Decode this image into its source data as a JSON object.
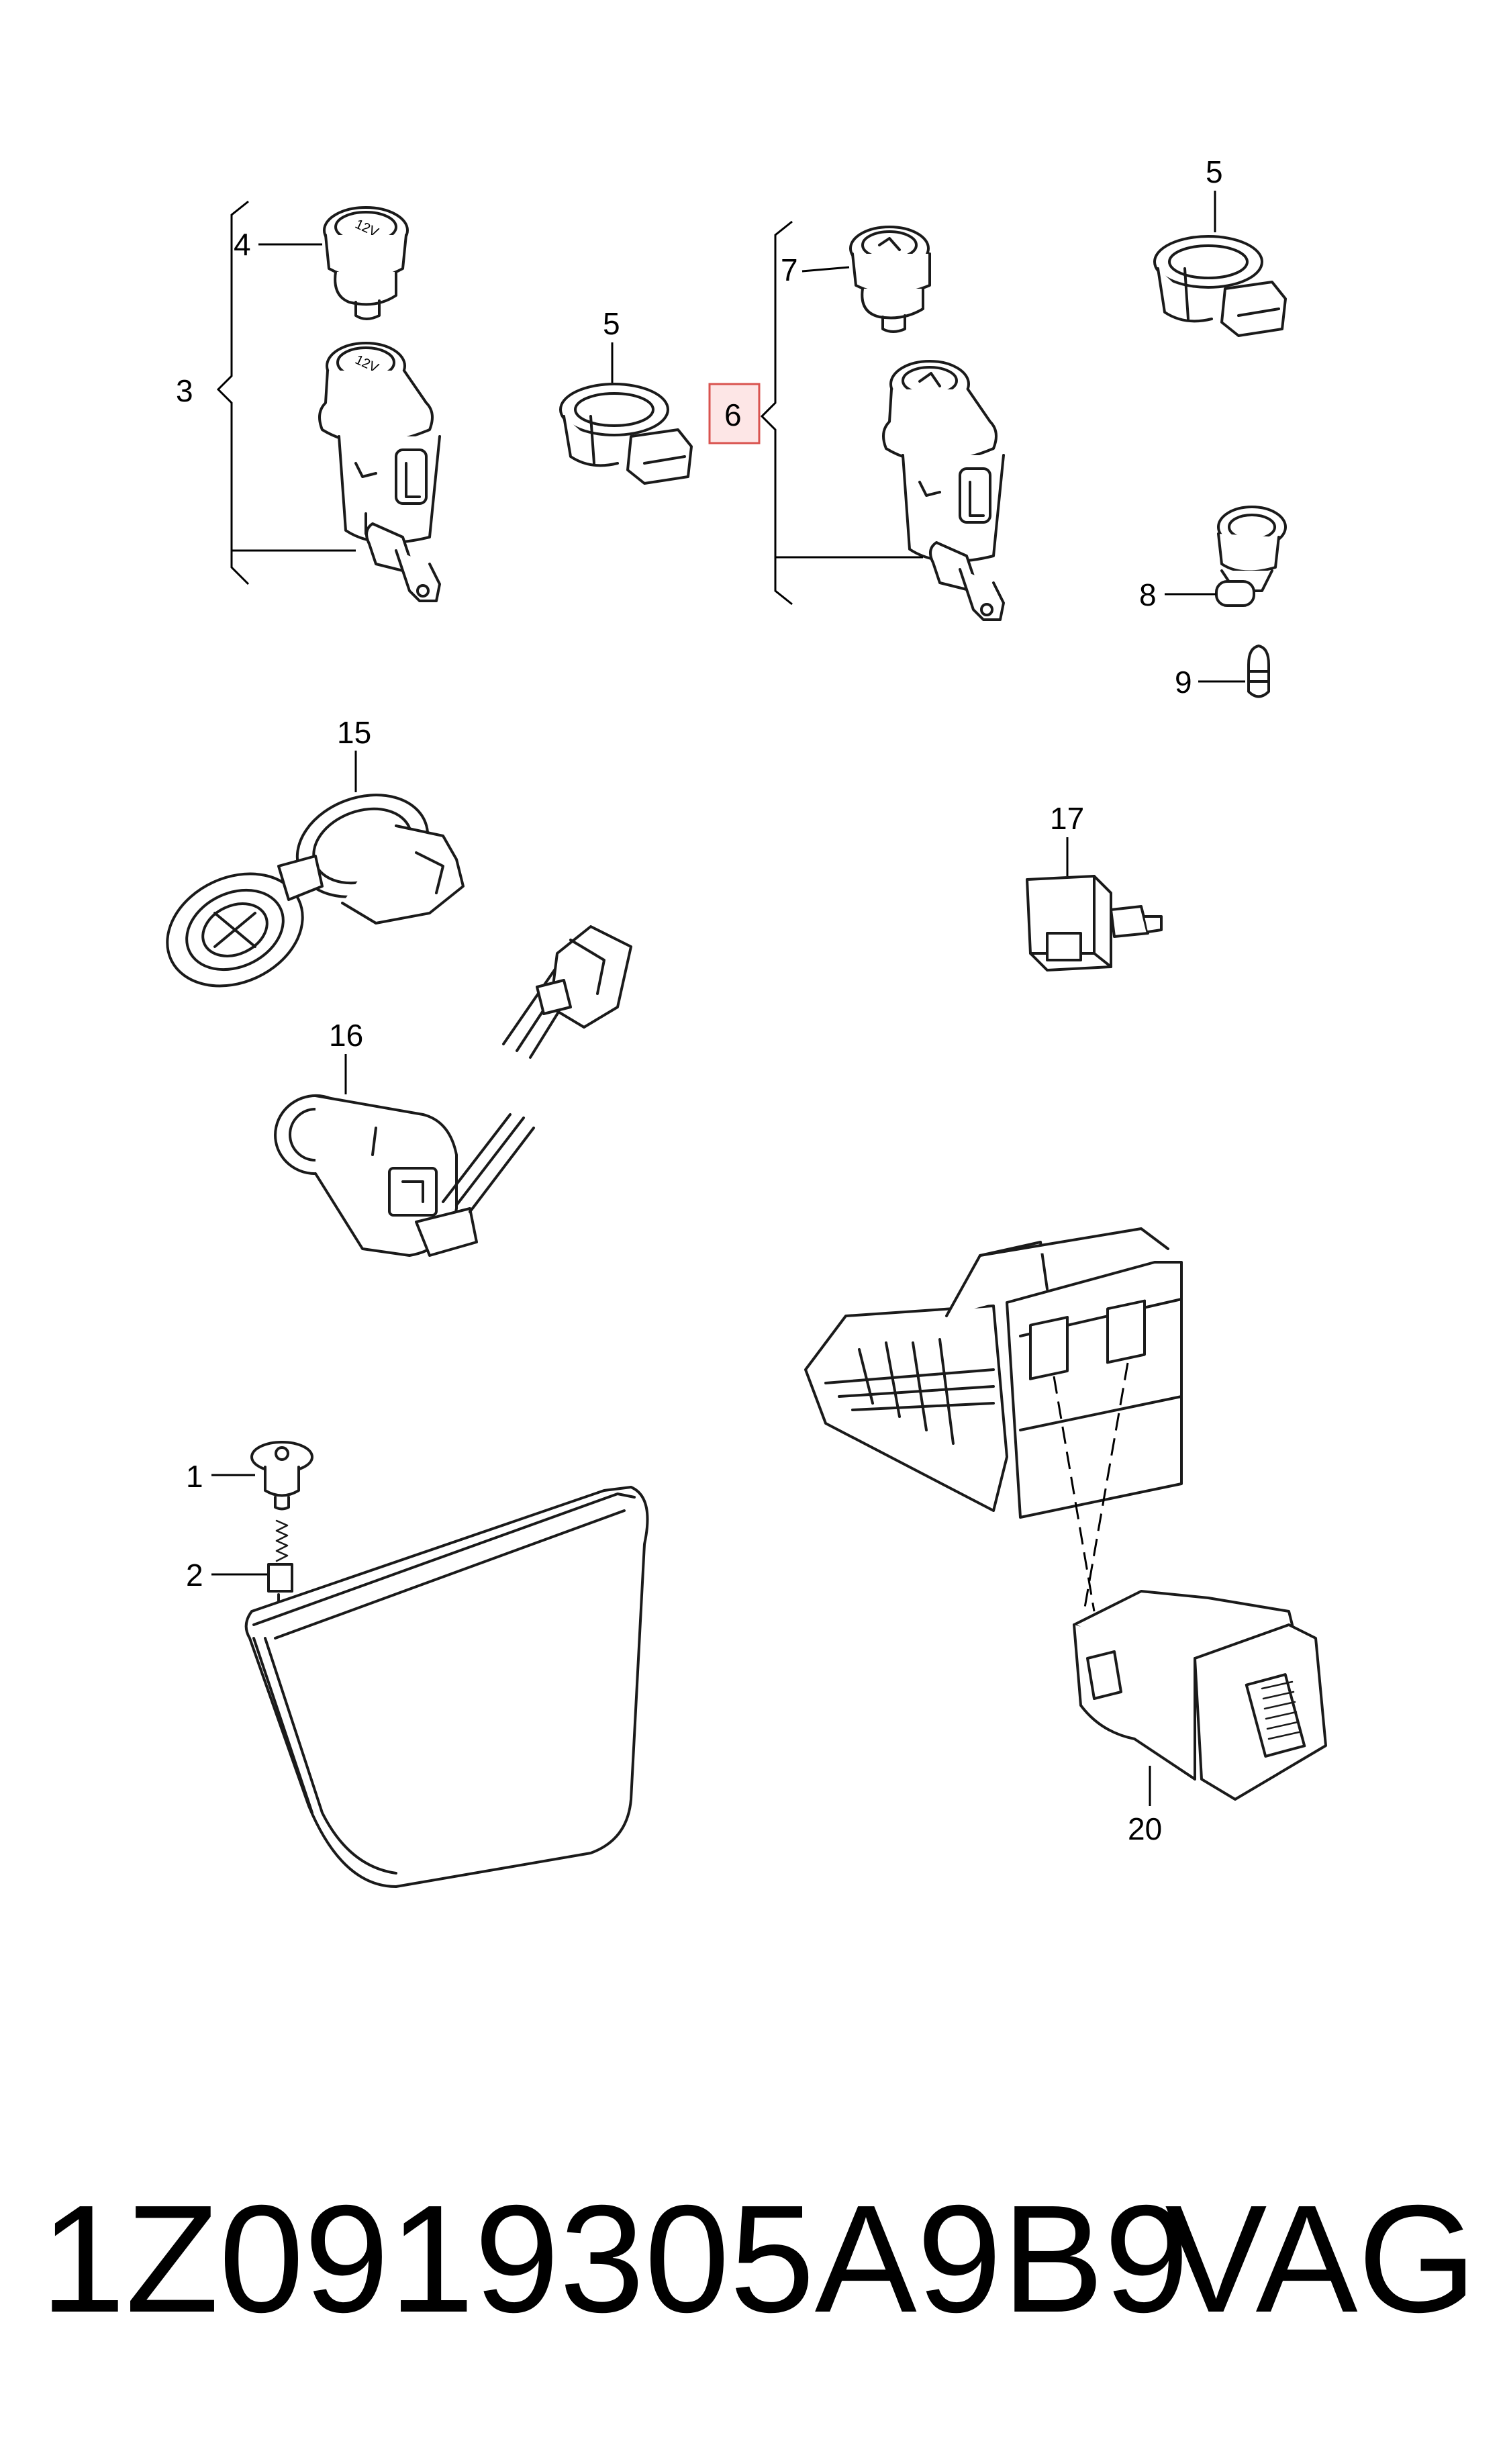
{
  "diagram": {
    "callouts": {
      "c1": "1",
      "c2": "2",
      "c3": "3",
      "c4": "4",
      "c5a": "5",
      "c5b": "5",
      "c6": "6",
      "c7": "7",
      "c8": "8",
      "c9": "9",
      "c15": "15",
      "c16": "16",
      "c17": "17",
      "c20": "20"
    },
    "icons": {
      "cap_a": "12V",
      "cap_b": "12V"
    },
    "highlight_color": "#d9534f"
  },
  "footer": {
    "part_number": "1Z0919305A9B9",
    "brand": "VAG"
  }
}
